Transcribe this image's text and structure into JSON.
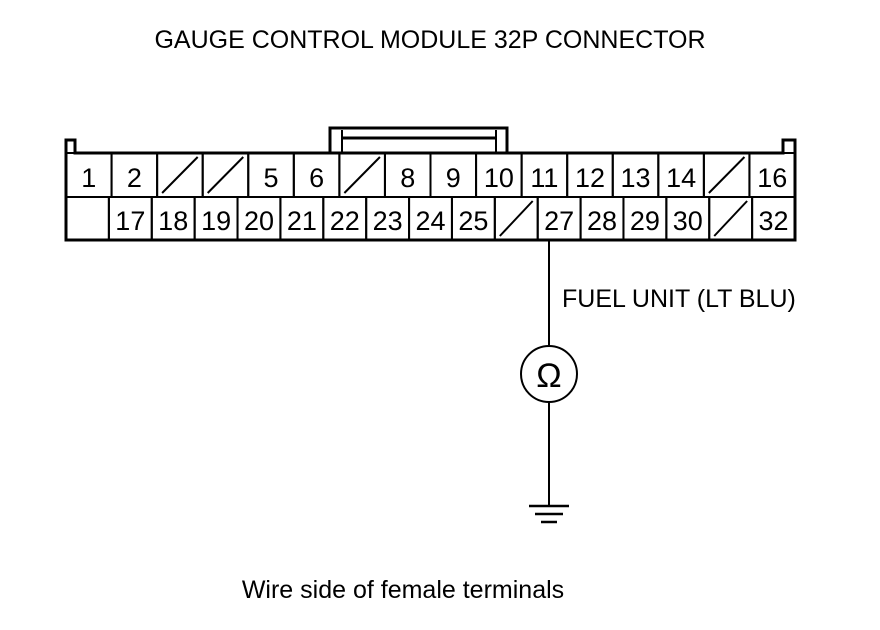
{
  "title": "GAUGE CONTROL MODULE 32P CONNECTOR",
  "connector": {
    "row1": [
      "1",
      "2",
      "",
      "",
      "5",
      "6",
      "",
      "8",
      "9",
      "10",
      "11",
      "12",
      "13",
      "14",
      "",
      "16"
    ],
    "row2": [
      "",
      "17",
      "18",
      "19",
      "20",
      "21",
      "22",
      "23",
      "24",
      "25",
      "",
      "27",
      "28",
      "29",
      "30",
      "",
      "32"
    ]
  },
  "wire": {
    "terminal": "27",
    "label": "FUEL UNIT (LT BLU)",
    "meter_symbol": "Ω",
    "ground_icon": "ground-icon"
  },
  "caption": "Wire side of female terminals",
  "colors": {
    "line": "#000000",
    "background": "#ffffff"
  }
}
